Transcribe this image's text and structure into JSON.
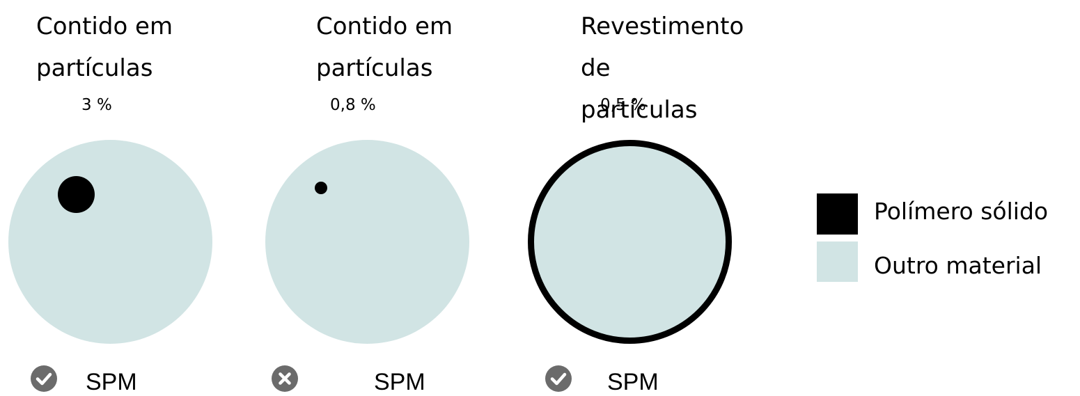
{
  "panels": [
    {
      "title": "Contido em\npartículas",
      "percentage": "3 %",
      "status": "check",
      "status_icon": "check-circle-icon",
      "label": "SPM"
    },
    {
      "title": "Contido em\npartículas",
      "percentage": "0,8 %",
      "status": "cross",
      "status_icon": "x-circle-icon",
      "label": "SPM"
    },
    {
      "title": "Revestimento de\npartículas",
      "percentage": "0,5 %",
      "status": "check",
      "status_icon": "check-circle-icon",
      "label": "SPM"
    }
  ],
  "legend": [
    {
      "label": "Polímero sólido",
      "color": "#000000"
    },
    {
      "label": "Outro material",
      "color": "#d1e4e4"
    }
  ],
  "colors": {
    "solid_polymer": "#000000",
    "other_material": "#d1e4e4",
    "status_icon": "#6b6b6b"
  }
}
